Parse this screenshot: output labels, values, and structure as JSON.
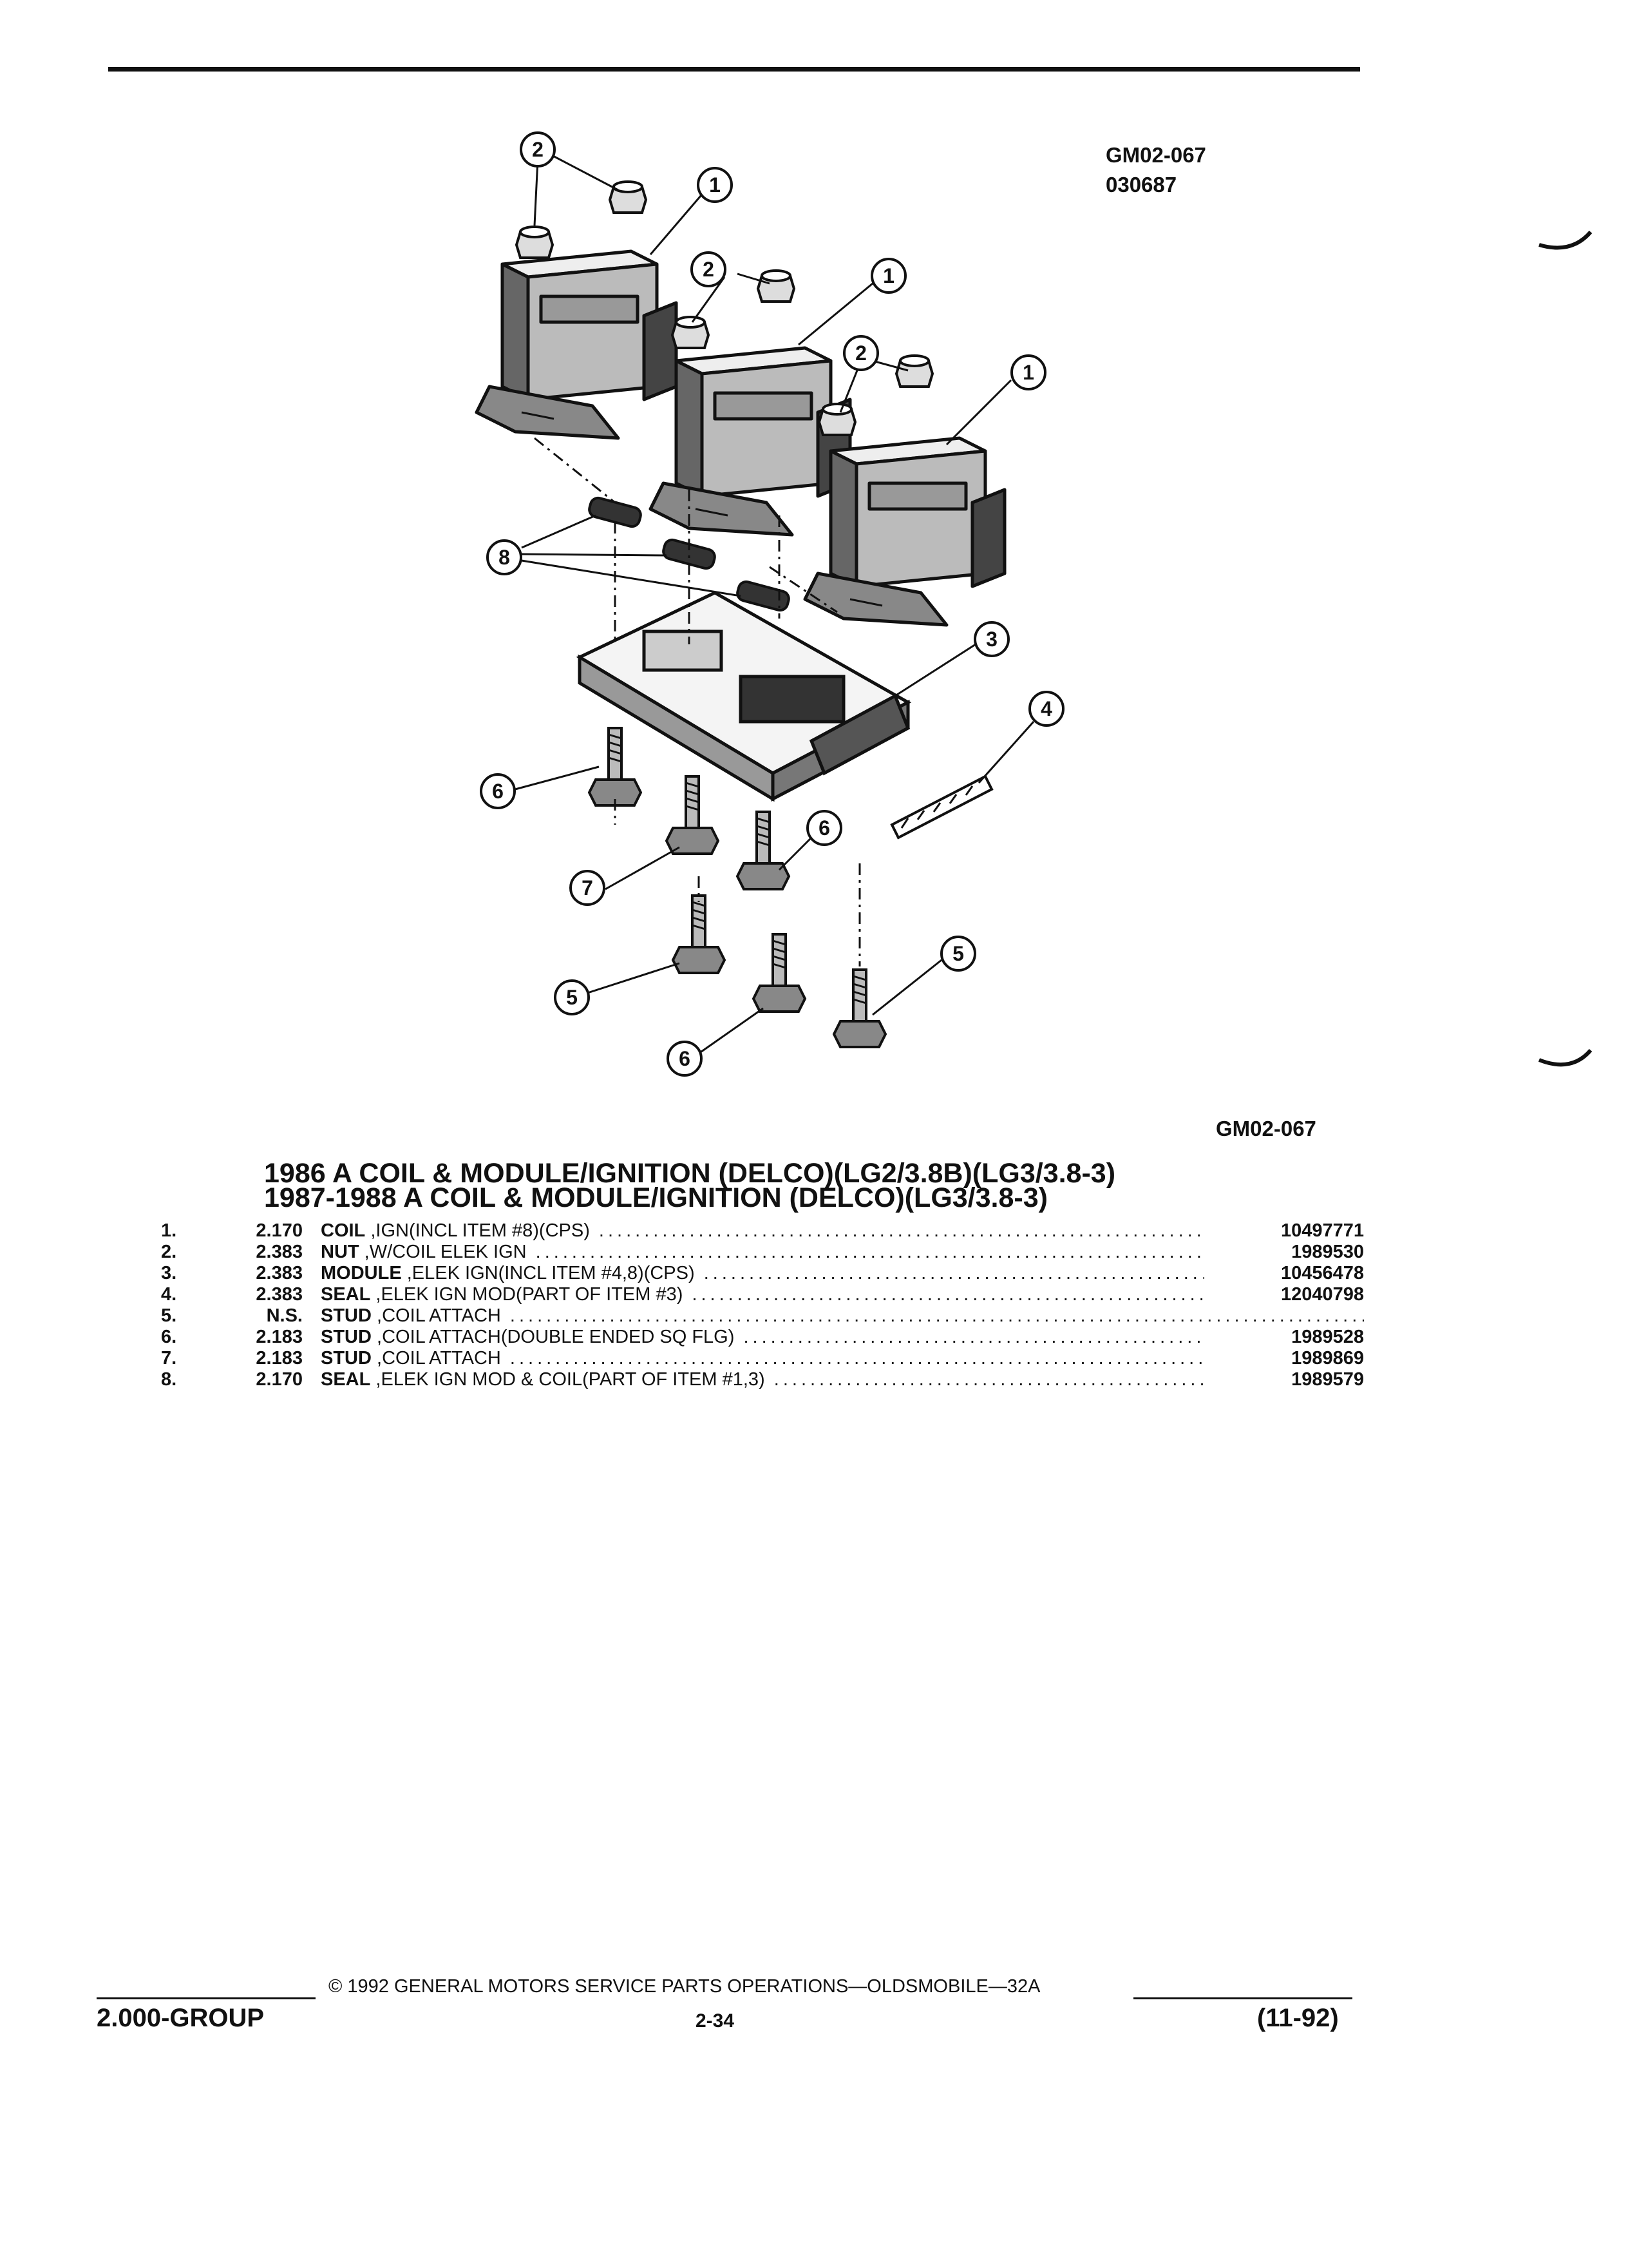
{
  "figure": {
    "code_top": "GM02-067",
    "id_top": "030687",
    "code_bottom": "GM02-067",
    "callouts": [
      "1",
      "2",
      "3",
      "4",
      "5",
      "6",
      "7",
      "8"
    ]
  },
  "title": {
    "line1": "1986 A COIL & MODULE/IGNITION (DELCO)(LG2/3.8B)(LG3/3.8-3)",
    "line2": "1987-1988 A COIL & MODULE/IGNITION (DELCO)(LG3/3.8-3)"
  },
  "parts": [
    {
      "item": "1.",
      "code": "2.170",
      "name": "COIL",
      "detail": ",IGN(INCL ITEM #8)(CPS)",
      "part_no": "10497771"
    },
    {
      "item": "2.",
      "code": "2.383",
      "name": "NUT",
      "detail": ",W/COIL ELEK IGN",
      "part_no": "1989530"
    },
    {
      "item": "3.",
      "code": "2.383",
      "name": "MODULE",
      "detail": ",ELEK IGN(INCL ITEM #4,8)(CPS)",
      "part_no": "10456478"
    },
    {
      "item": "4.",
      "code": "2.383",
      "name": "SEAL",
      "detail": ",ELEK IGN MOD(PART OF ITEM #3)",
      "part_no": "12040798"
    },
    {
      "item": "5.",
      "code": "N.S.",
      "name": "STUD",
      "detail": ",COIL ATTACH",
      "part_no": ""
    },
    {
      "item": "6.",
      "code": "2.183",
      "name": "STUD",
      "detail": ",COIL ATTACH(DOUBLE ENDED SQ FLG)",
      "part_no": "1989528"
    },
    {
      "item": "7.",
      "code": "2.183",
      "name": "STUD",
      "detail": ",COIL ATTACH",
      "part_no": "1989869"
    },
    {
      "item": "8.",
      "code": "2.170",
      "name": "SEAL",
      "detail": ",ELEK IGN MOD & COIL(PART OF ITEM #1,3)",
      "part_no": "1989579"
    }
  ],
  "footer": {
    "group": "2.000-GROUP",
    "copyright": "© 1992 GENERAL MOTORS SERVICE PARTS OPERATIONS—OLDSMOBILE—32A",
    "page": "2-34",
    "date": "(11-92)"
  }
}
